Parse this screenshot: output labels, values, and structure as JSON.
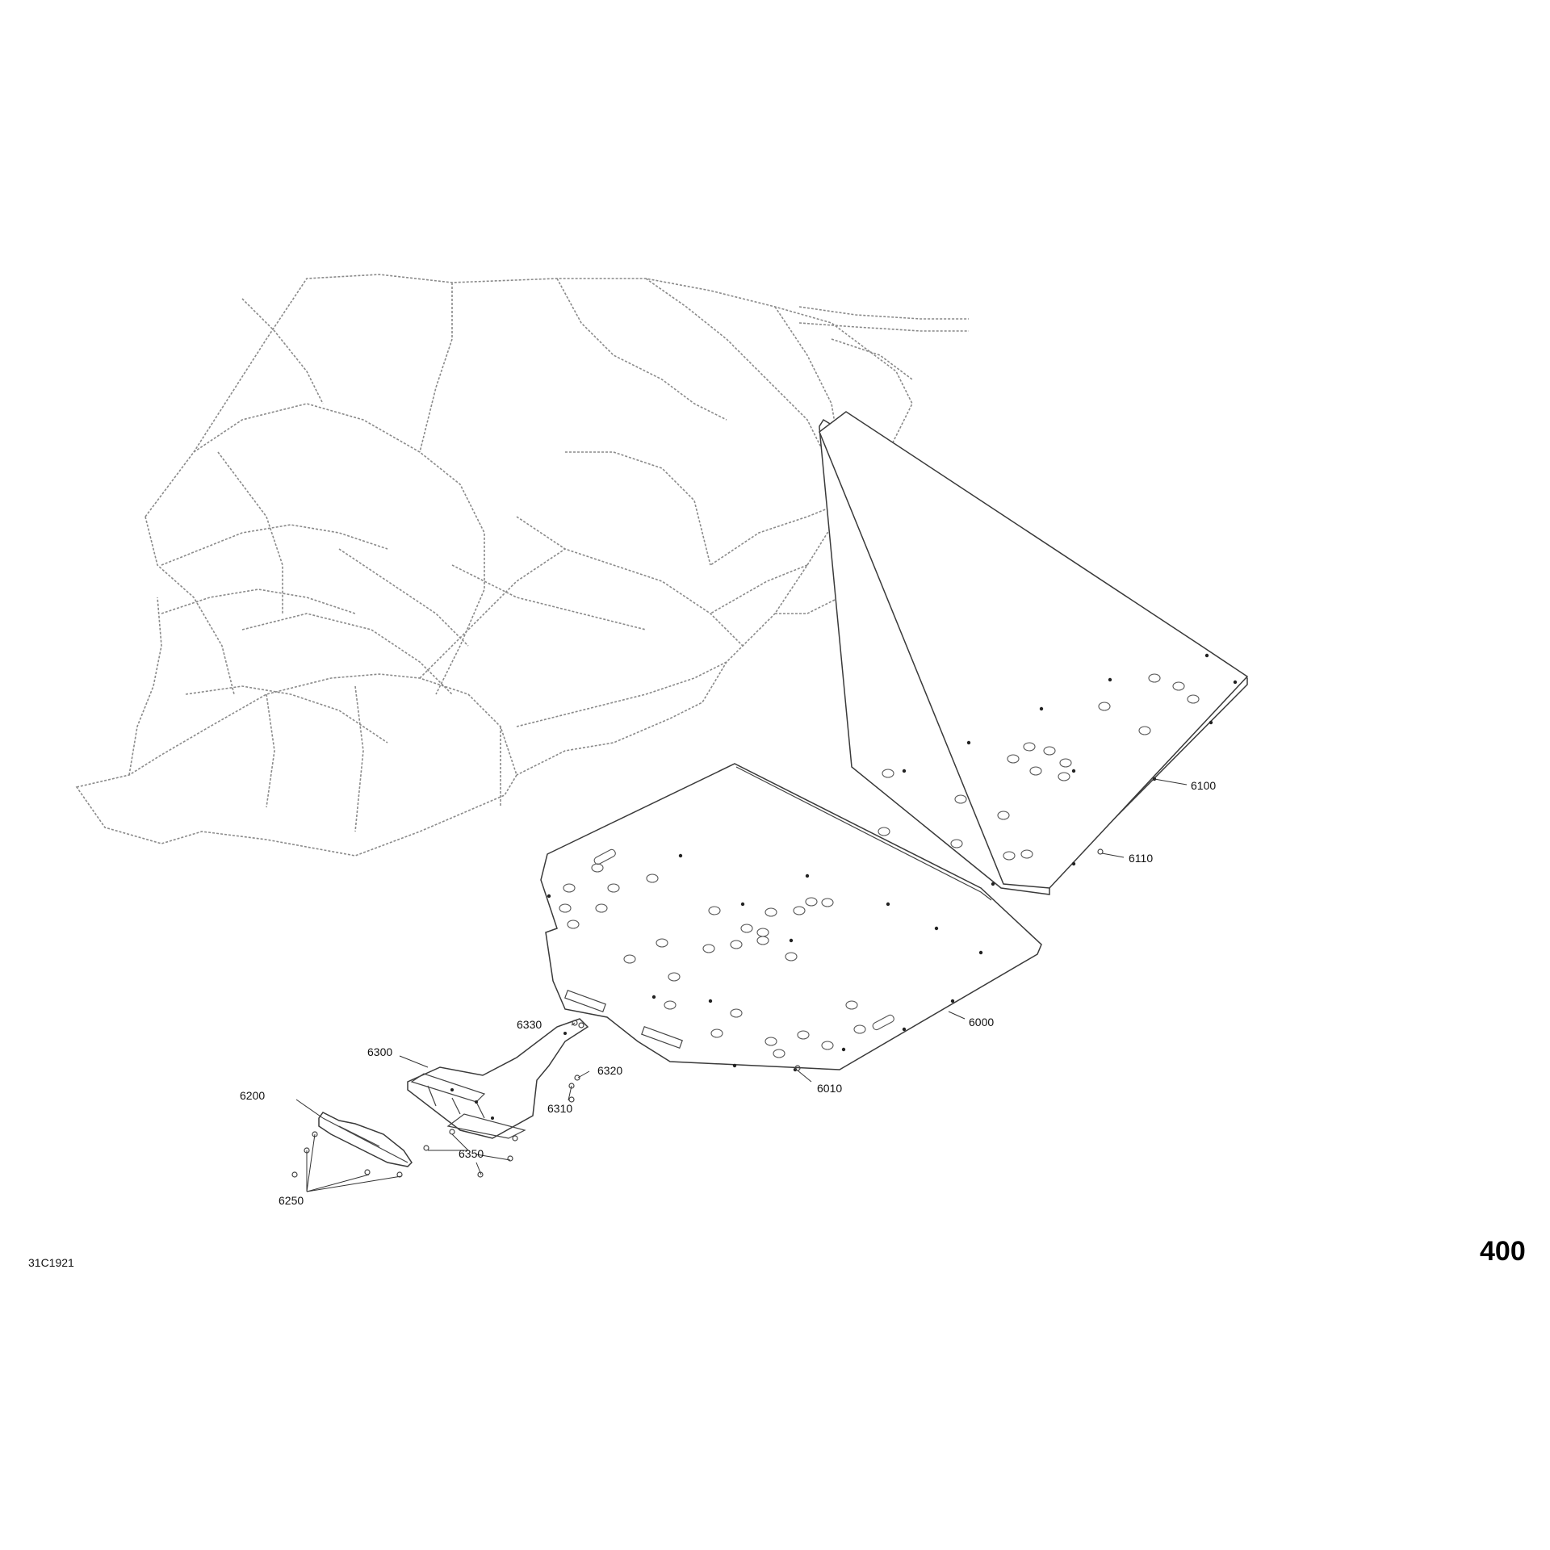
{
  "callouts": {
    "c6000": "6000",
    "c6010": "6010",
    "c6100": "6100",
    "c6110": "6110",
    "c6200": "6200",
    "c6250": "6250",
    "c6300": "6300",
    "c6310": "6310",
    "c6320": "6320",
    "c6330": "6330",
    "c6350": "6350"
  },
  "footer": {
    "drawing_code": "31C1921",
    "page_number": "400"
  }
}
